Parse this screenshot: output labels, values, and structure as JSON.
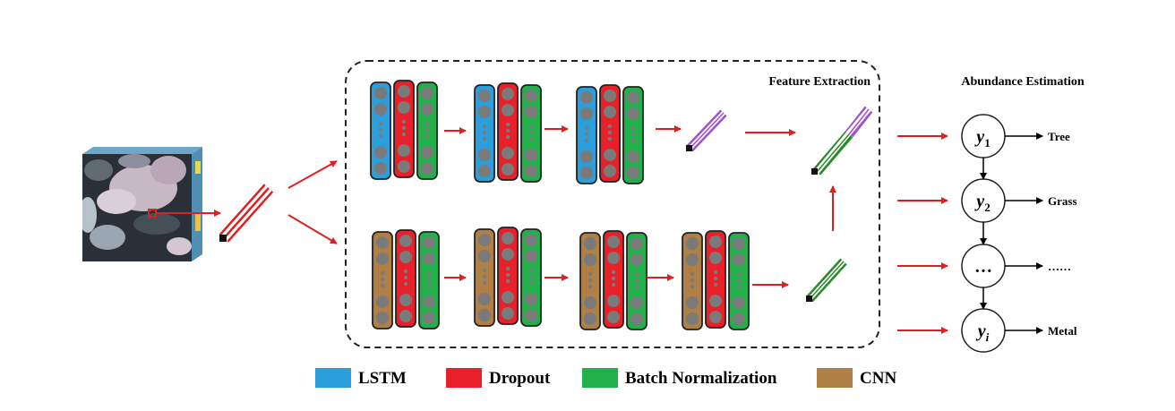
{
  "feature_extraction_label": "Feature Extraction",
  "abundance_label": "Abundance Estimation",
  "nodes": [
    {
      "sym": "y",
      "sub": "1",
      "target": "Tree"
    },
    {
      "sym": "y",
      "sub": "2",
      "target": "Grass"
    },
    {
      "sym": "…",
      "sub": "",
      "target": "……"
    },
    {
      "sym": "y",
      "sub": "i",
      "target": "Metal"
    }
  ],
  "legend": [
    {
      "label": "LSTM",
      "color": "#2a9fdc"
    },
    {
      "label": "Dropout",
      "color": "#e8202a"
    },
    {
      "label": "Batch Normalization",
      "color": "#22b04b"
    },
    {
      "label": "CNN",
      "color": "#b07f45"
    }
  ],
  "colors": {
    "arrow": "#e02020",
    "node_circle": "#c8c8c8",
    "ring": "#6d6d6d",
    "feature_lstm": "#a050d0",
    "feature_cnn": "#2a8a2a",
    "pixel_vector": "#e02020"
  }
}
